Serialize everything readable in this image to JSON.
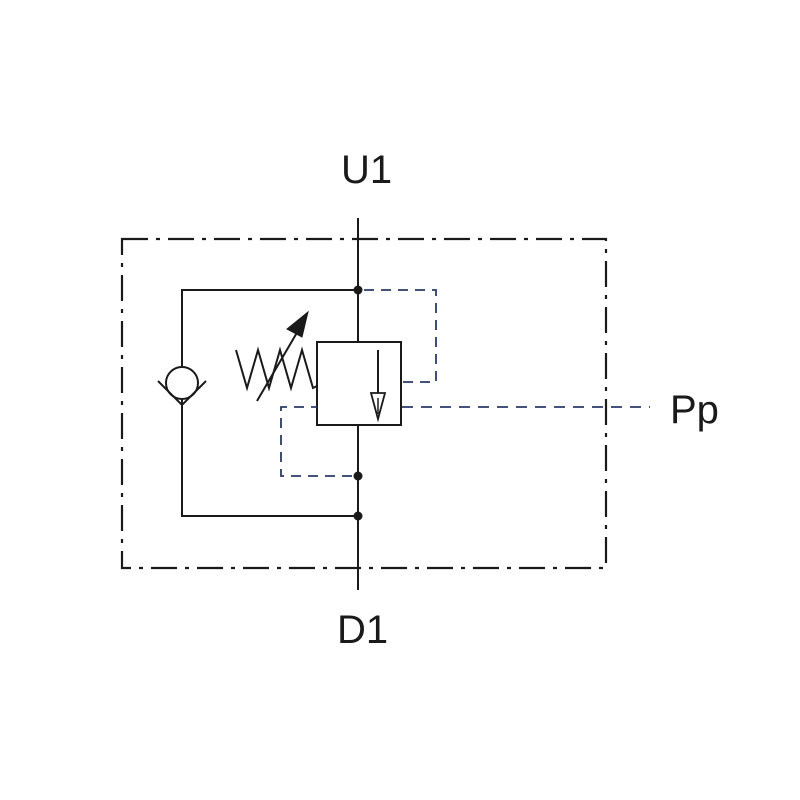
{
  "diagram": {
    "ports": {
      "top": "U1",
      "bottom": "D1",
      "pilot": "Pp"
    },
    "colors": {
      "line": "#1a1a1a",
      "pilot_line": "#2b3a67",
      "background": "#ffffff"
    }
  }
}
